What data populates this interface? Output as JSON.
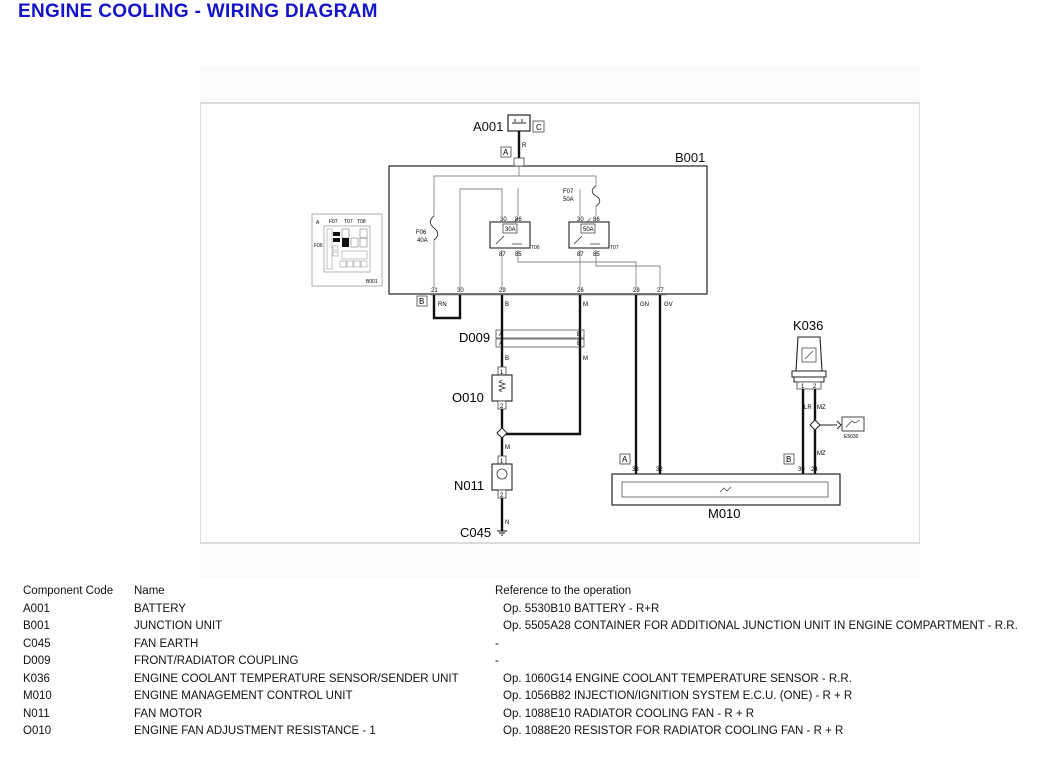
{
  "title": "ENGINE COOLING - WIRING DIAGRAM",
  "diagram": {
    "components": {
      "a001": "A001",
      "b001": "B001",
      "d009": "D009",
      "o010": "O010",
      "n011": "N011",
      "c045": "C045",
      "k036": "K036",
      "m010": "M010",
      "e5030": "E5030"
    },
    "connector_letters": {
      "c": "C",
      "a_top": "A",
      "b_left": "B",
      "a_m010": "A",
      "b_m010": "B"
    },
    "wire_codes": {
      "r": "R",
      "rn": "RN",
      "b1": "B",
      "m1": "M",
      "gn": "GN",
      "gv": "GV",
      "b2": "B",
      "m2": "M",
      "m3": "M",
      "n": "N",
      "lr": "LR",
      "mz1": "MZ",
      "mz2": "MZ"
    },
    "pins": {
      "p21": "21",
      "p30b": "30",
      "p29": "29",
      "p26": "26",
      "p28": "28",
      "p27": "27",
      "r1_30": "30",
      "r1_86": "86",
      "r1_87": "87",
      "r1_85": "85",
      "r2_30": "30",
      "r2_86": "86",
      "r2_87": "87",
      "r2_85": "85",
      "d_a1": "A",
      "d_b1": "B",
      "d_a2": "A",
      "d_b2": "B",
      "o_1": "1",
      "o_2": "2",
      "n_1": "1",
      "n_2": "2",
      "k_1": "1",
      "k_2": "2",
      "m_33": "33",
      "m_32": "32",
      "m_39": "39",
      "m_24": "24"
    },
    "fuses": {
      "f06": "F06",
      "f06_amp": "40A",
      "f07": "F07",
      "f07_amp": "50A"
    },
    "relays": {
      "t06": "T06",
      "t06_amp": "30A",
      "t07": "T07",
      "t07_amp": "50A"
    },
    "inset": {
      "a": "A",
      "f07": "F07",
      "t07": "T07",
      "t08": "T08",
      "f06": "F06",
      "b001": "B001"
    }
  },
  "legend": {
    "headers": {
      "code": "Component Code",
      "name": "Name",
      "ref": "Reference to the operation"
    },
    "rows": [
      {
        "code": "A001",
        "name": "BATTERY",
        "ref": "Op. 5530B10 BATTERY - R+R"
      },
      {
        "code": "B001",
        "name": "JUNCTION UNIT",
        "ref": "Op. 5505A28 CONTAINER FOR ADDITIONAL JUNCTION UNIT IN ENGINE COMPARTMENT - R.R."
      },
      {
        "code": "C045",
        "name": "FAN EARTH",
        "ref": "-"
      },
      {
        "code": "D009",
        "name": "FRONT/RADIATOR COUPLING",
        "ref": "-"
      },
      {
        "code": "K036",
        "name": "ENGINE COOLANT TEMPERATURE SENSOR/SENDER UNIT",
        "ref": "Op. 1060G14 ENGINE COOLANT TEMPERATURE SENSOR - R.R."
      },
      {
        "code": "M010",
        "name": "ENGINE MANAGEMENT CONTROL UNIT",
        "ref": "Op. 1056B82 INJECTION/IGNITION SYSTEM E.C.U. (ONE) - R + R"
      },
      {
        "code": "N011",
        "name": "FAN MOTOR",
        "ref": "Op. 1088E10 RADIATOR COOLING FAN - R + R"
      },
      {
        "code": "O010",
        "name": "ENGINE FAN ADJUSTMENT RESISTANCE - 1",
        "ref": "Op. 1088E20 RESISTOR FOR RADIATOR COOLING FAN - R + R"
      }
    ]
  }
}
